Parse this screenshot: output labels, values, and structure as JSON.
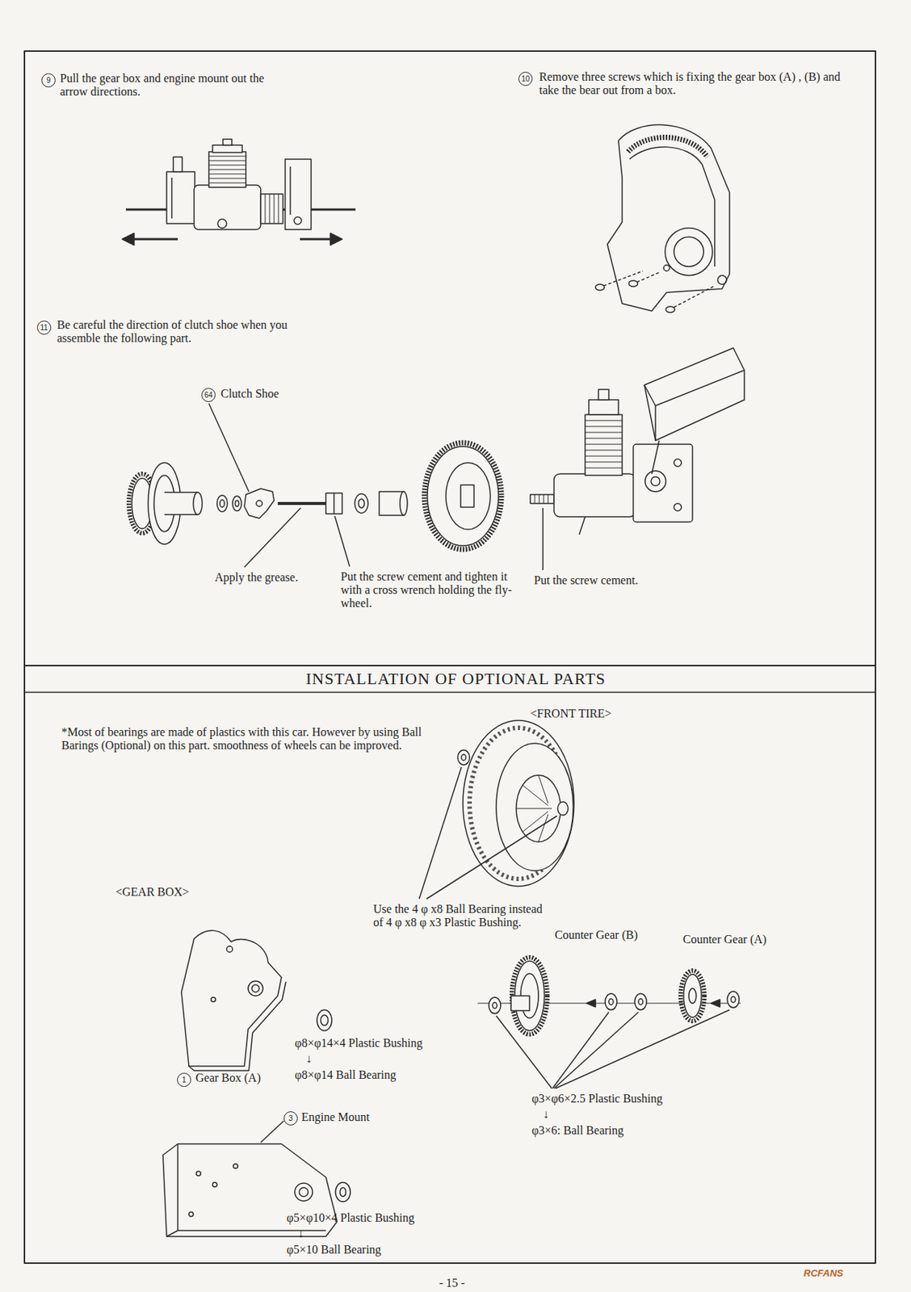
{
  "diagram": {
    "title": "INSTALLATION OF OPTIONAL PARTS",
    "labels": [
      "9",
      "Pull the gear box and engine mount out the arrow directions.",
      "10",
      "Remove three screws which is fixing the gear box (A) , (B) and take the bear out from a box.",
      "11",
      "Be careful the direction of clutch shoe when you assemble the following part.",
      "64",
      "Clutch Shoe",
      "Apply the grease.",
      "Put the screw cement and tighten it with a cross wrench holding the fly-wheel.",
      "Put the screw cement.",
      "<FRONT TIRE>",
      "*Most of bearings are made of plastics with this car. However by using Ball Barings (Optional) on this part. smoothness of wheels can be improved.",
      "Use the 4 φ x8 Ball Bearing instead of 4 φ x8 φ x3 Plastic Bushing.",
      "<GEAR BOX>",
      "φ8×φ14×4 Plastic Bushing",
      "↓",
      "φ8×φ14 Ball Bearing",
      "1",
      "Gear Box (A)",
      "Counter Gear (B)",
      "Counter Gear (A)",
      "φ3×φ6×2.5 Plastic Bushing",
      "↓",
      "φ3×6: Ball Bearing",
      "3",
      "Engine Mount",
      "φ5×φ10×4 Plastic Bushing",
      "↓",
      "φ5×10 Ball Bearing",
      "- 15 -",
      "RCFANS"
    ]
  }
}
